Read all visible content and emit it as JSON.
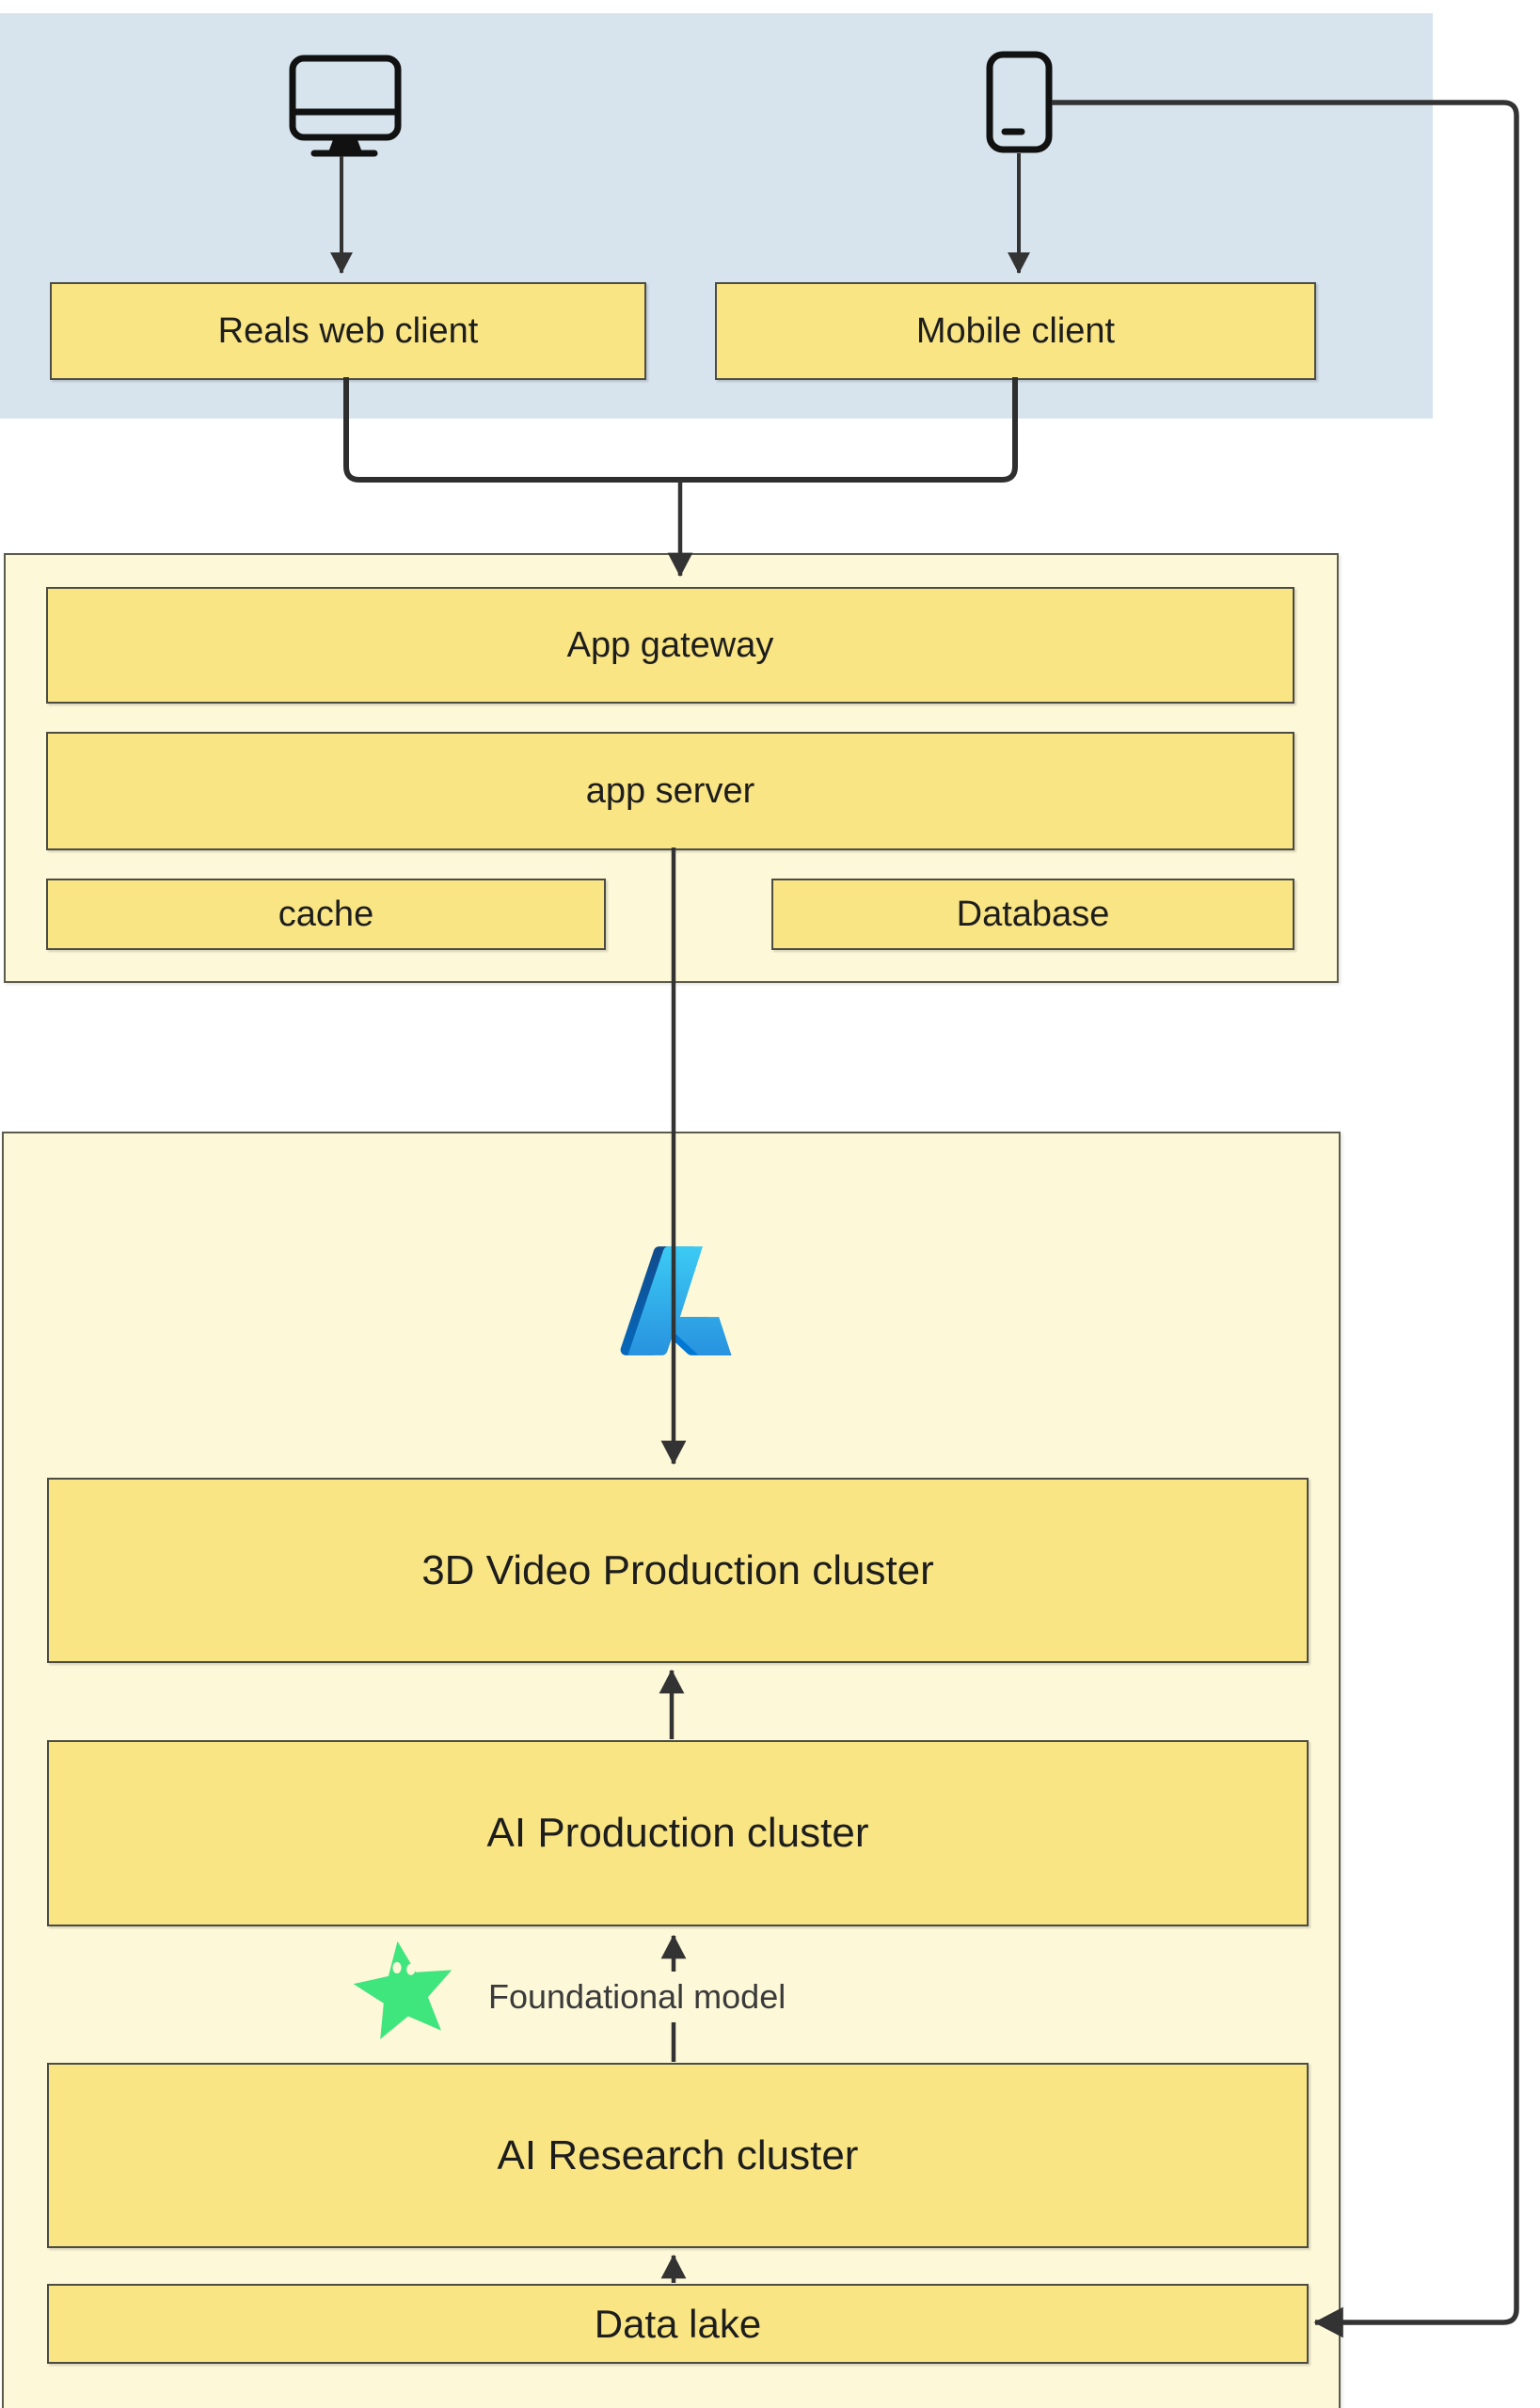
{
  "nodes": {
    "web_client": "Reals web client",
    "mobile_client": "Mobile client",
    "app_gateway": "App gateway",
    "app_server": "app server",
    "cache": "cache",
    "database": "Database",
    "video_cluster": "3D Video Production cluster",
    "ai_production": "AI Production cluster",
    "ai_research": "AI Research cluster",
    "data_lake": "Data lake"
  },
  "annotations": {
    "foundational_model": "Foundational model"
  },
  "icons": {
    "desktop": "desktop-monitor-icon",
    "mobile": "smartphone-icon",
    "azure": "azure-logo-icon",
    "foundational": "green-star-model-icon"
  },
  "colors": {
    "zone_blue": "#d7e4ee",
    "zone_yellow": "#fdf8d8",
    "zone_border": "#5c5c4c",
    "box_yellow": "#f9e584",
    "box_border": "#4c4c44",
    "connector": "#333333",
    "azure_dark_top": "#114a8b",
    "azure_dark_bottom": "#0669bc",
    "azure_mid": "#0078d4",
    "azure_light_top": "#3ccbf4",
    "azure_light_bottom": "#2892df",
    "icon_green": "#3fe57d"
  }
}
